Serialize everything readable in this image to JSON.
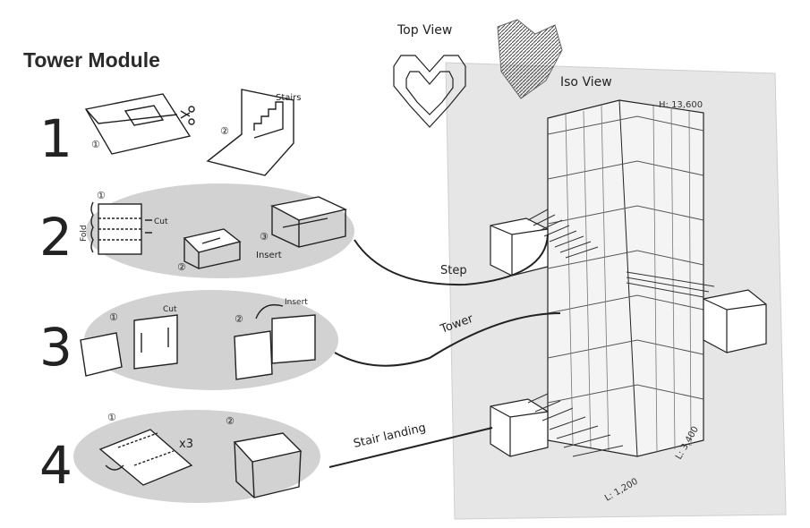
{
  "title": "Tower Module",
  "steps": [
    {
      "number": "1",
      "sub": [
        "①",
        "②"
      ],
      "notes": [
        "Stairs"
      ]
    },
    {
      "number": "2",
      "sub": [
        "①",
        "②",
        "③"
      ],
      "notes": [
        "Cut",
        "Fold",
        "Insert"
      ]
    },
    {
      "number": "3",
      "sub": [
        "①",
        "②"
      ],
      "notes": [
        "Cut",
        "Insert"
      ]
    },
    {
      "number": "4",
      "sub": [
        "①",
        "②"
      ],
      "notes": [
        "x3"
      ]
    }
  ],
  "views": {
    "top": "Top View",
    "iso": "Iso View"
  },
  "dimensions": {
    "height": "H: 13,600",
    "length1": "L: 1,200",
    "length2": "L: 3,400"
  },
  "callouts": {
    "step": "Step",
    "tower": "Tower",
    "landing": "Stair landing"
  }
}
